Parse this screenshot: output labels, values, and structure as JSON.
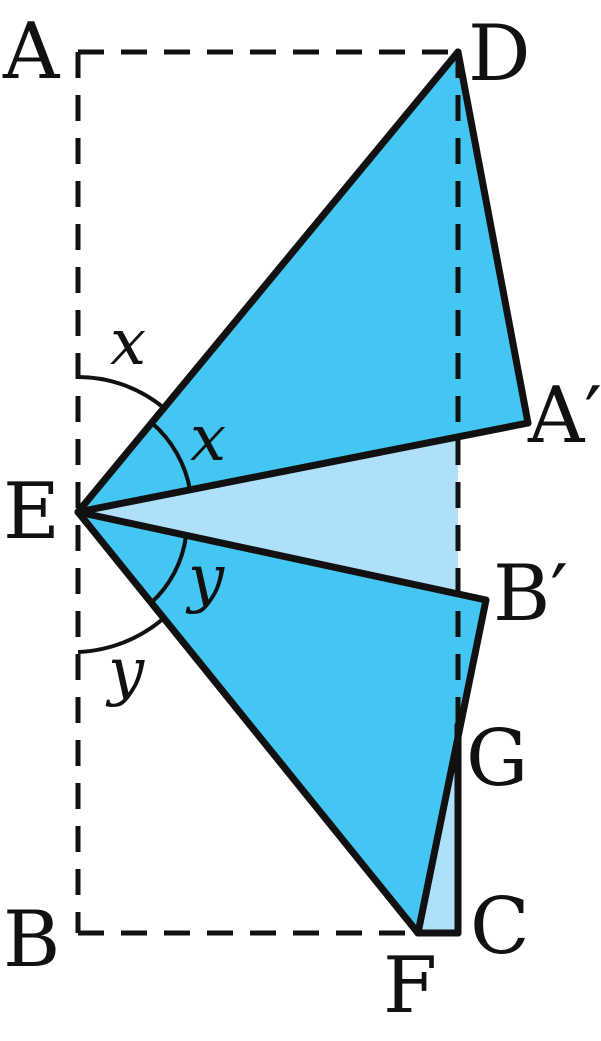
{
  "figure": {
    "points": {
      "A": "A",
      "D": "D",
      "A_prime": "A′",
      "E": "E",
      "B_prime": "B′",
      "G": "G",
      "B": "B",
      "F": "F",
      "C": "C"
    },
    "angles": {
      "x_outer": "x",
      "x_inner": "x",
      "y_inner": "y",
      "y_outer": "y"
    },
    "colors": {
      "flap_fill": "#43c6f1",
      "overlap_fill": "#aee0fa",
      "stroke": "#111111",
      "background": "#ffffff"
    }
  }
}
